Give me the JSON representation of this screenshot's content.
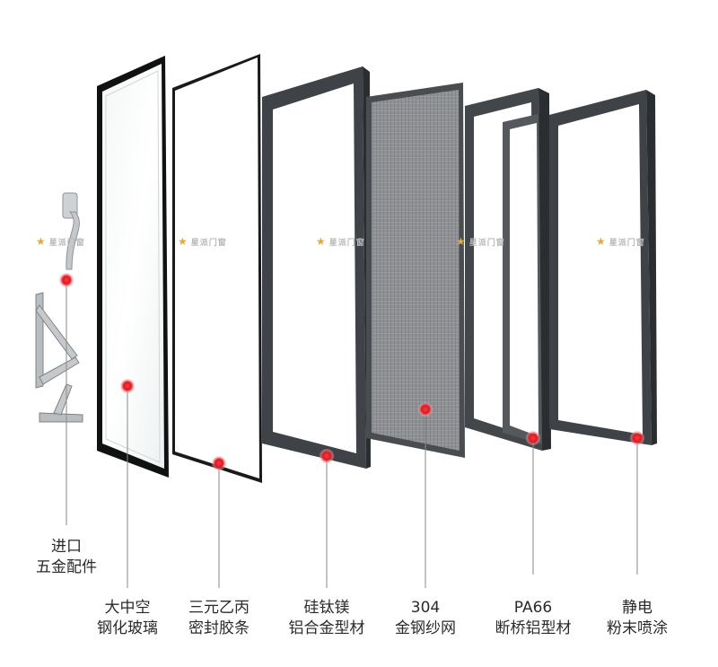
{
  "watermark": {
    "text": "星派门窗",
    "star": "★"
  },
  "components": [
    {
      "id": "hardware",
      "line1": "进口",
      "line2": "五金配件"
    },
    {
      "id": "glass",
      "line1": "大中空",
      "line2": "钢化玻璃"
    },
    {
      "id": "seal",
      "line1": "三元乙丙",
      "line2": "密封胶条"
    },
    {
      "id": "alloy",
      "line1": "硅钛镁",
      "line2": "铝合金型材"
    },
    {
      "id": "screen",
      "line1": "304",
      "line2": "金钢纱网"
    },
    {
      "id": "thermal-break",
      "line1": "PA66",
      "line2": "断桥铝型材"
    },
    {
      "id": "coating",
      "line1": "静电",
      "line2": "粉末喷涂"
    }
  ],
  "colors": {
    "frame": "#3f4347",
    "frame_light": "#5a5f63",
    "marker": "#e0242c",
    "line": "#8a8a8a"
  }
}
